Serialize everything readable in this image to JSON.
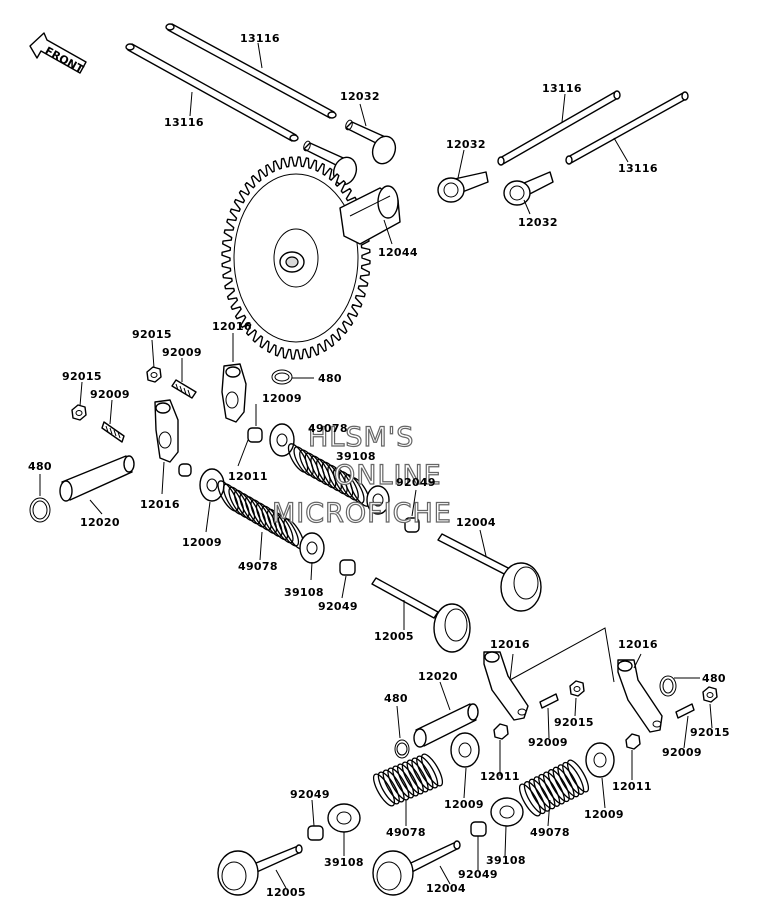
{
  "front_badge": {
    "text": "FRONT",
    "icon": "front-arrow-icon"
  },
  "watermark": {
    "line1": "HLSM'S",
    "line2": "ONLINE",
    "line3": "MICROFICHE"
  },
  "callouts": [
    "13116",
    "13116",
    "12032",
    "13116",
    "12032",
    "13116",
    "12032",
    "12044",
    "92015",
    "12016",
    "92009",
    "92015",
    "92009",
    "480",
    "12009",
    "49078",
    "39108",
    "480",
    "12011",
    "92049",
    "12016",
    "12020",
    "12009",
    "49078",
    "12004",
    "39108",
    "92049",
    "12005",
    "12016",
    "12016",
    "12020",
    "480",
    "480",
    "92015",
    "92015",
    "92009",
    "92009",
    "12011",
    "12011",
    "12009",
    "12009",
    "92049",
    "49078",
    "49078",
    "39108",
    "39108",
    "92049",
    "12005",
    "12004"
  ]
}
